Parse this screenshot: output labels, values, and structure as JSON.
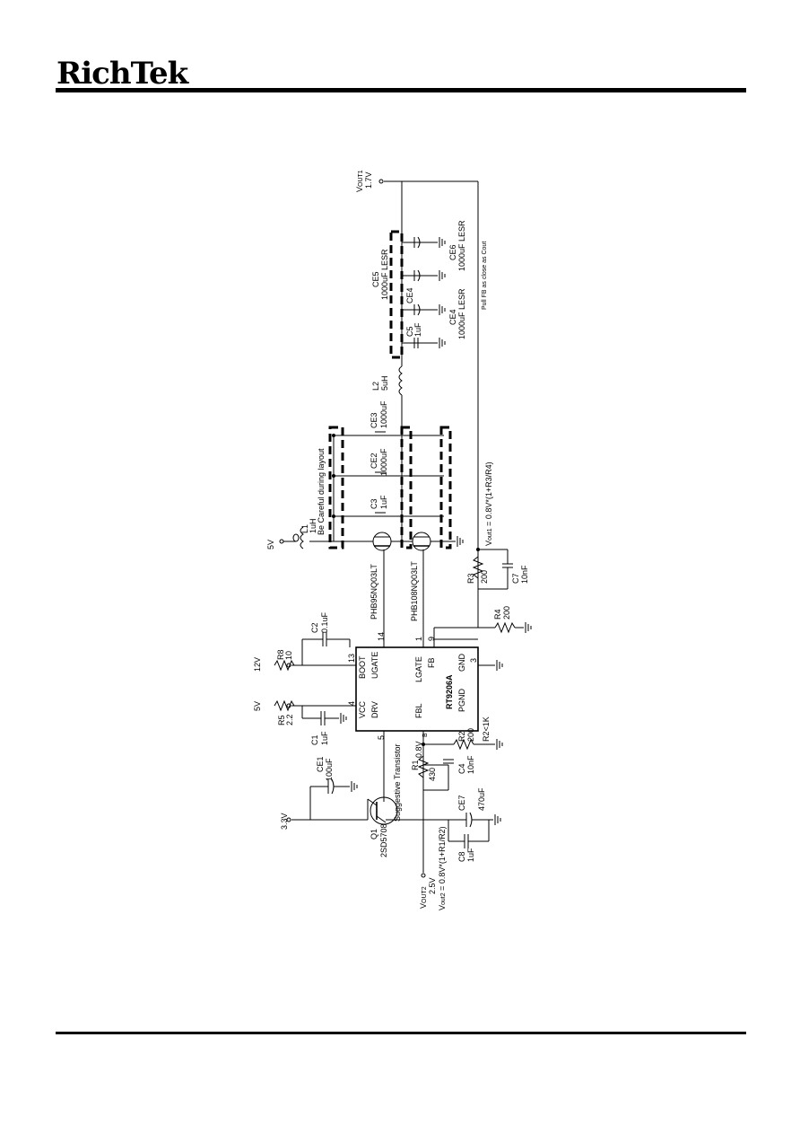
{
  "brand": {
    "logo_text": "RichTek"
  },
  "schematic": {
    "ic": {
      "part": "RT9206A",
      "pins": {
        "boot": "BOOT",
        "ugate": "UGATE",
        "vcc": "VCC",
        "drv": "DRV",
        "lgate": "LGATE",
        "fb": "FB",
        "gnd": "GND",
        "pgnd": "PGND",
        "fbl": "FBL"
      },
      "pin_numbers": {
        "boot": "13",
        "vcc": "4",
        "drv": "5",
        "lgate": "1",
        "fb": "9",
        "gnd": "3",
        "ugate": "14"
      }
    },
    "supplies": {
      "v12": "12V",
      "v5_vcc": "5V",
      "v5_in": "5V",
      "v33": "3.3V"
    },
    "outputs": {
      "vout1_label": "V",
      "vout1_sub": "OUT1",
      "vout1_value": "1.7V",
      "vout2_label": "V",
      "vout2_sub": "OUT2",
      "vout2_value": "2.5V",
      "vout1_formula": "V",
      "vout1_formula_sub": "out1",
      "vout1_formula_rest": " = 0.8V*(1+R3/R4)",
      "vout2_formula": "V",
      "vout2_formula_sub": "out2",
      "vout2_formula_rest": " = 0.8V*(1+R1/R2)"
    },
    "components": {
      "r8": {
        "ref": "R8",
        "value": "10"
      },
      "r5": {
        "ref": "R5",
        "value": "2.2"
      },
      "c2": {
        "ref": "C2",
        "value": "0.1uF"
      },
      "c1": {
        "ref": "C1",
        "value": "1uF"
      },
      "ce1": {
        "ref": "CE1",
        "value": "100uF"
      },
      "q1": {
        "ref": "Q1",
        "value": "2SD5708",
        "note": "Suggestive Transistor"
      },
      "r1": {
        "ref": "R1",
        "value": "430"
      },
      "r2": {
        "ref": "R2",
        "value": "200",
        "note": "R2<1K"
      },
      "c4": {
        "ref": "C4",
        "value": "10nF"
      },
      "ce7": {
        "ref": "CE7",
        "value": "470uF"
      },
      "c8": {
        "ref": "C8",
        "value": "1uF"
      },
      "r3": {
        "ref": "R3",
        "value": "200"
      },
      "r4": {
        "ref": "R4",
        "value": "200"
      },
      "c7": {
        "ref": "C7",
        "value": "10nF"
      },
      "q_high": {
        "ref": "PHB95NQ03LT"
      },
      "q_low": {
        "ref": "PHB108NQ03LT"
      },
      "l1": {
        "ref": "L1",
        "value": "1uH"
      },
      "l2": {
        "ref": "L2",
        "value": "5uH"
      },
      "c3": {
        "ref": "C3",
        "value": "1uF"
      },
      "ce2": {
        "ref": "CE2",
        "value": "1000uF"
      },
      "ce3": {
        "ref": "CE3",
        "value": "1000uF"
      },
      "c5": {
        "ref": "C5",
        "value": "1uF"
      },
      "ce4": {
        "ref": "CE4",
        "value": "1000uF LESR",
        "short": "CE4"
      },
      "ce5": {
        "ref": "CE5",
        "value": "1000uF LESR"
      },
      "ce6": {
        "ref": "CE6",
        "value": "1000uF LESR"
      }
    },
    "notes": {
      "layout": "Be Careful during layout",
      "fb_note": "Pull FB as close as C",
      "fb_note_sub": "out",
      "vfb": "0.8V",
      "vfb_sub": "B"
    }
  }
}
